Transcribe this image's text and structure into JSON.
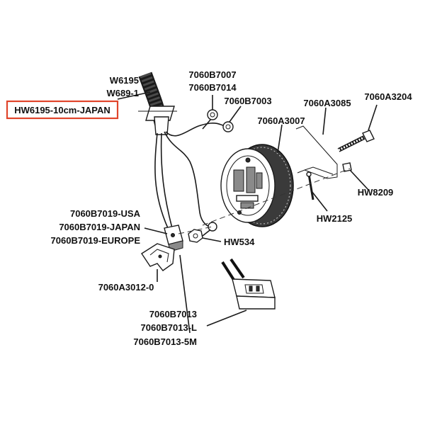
{
  "labels": {
    "w6195": "W6195",
    "w689": "W689-1",
    "hw6195_japan": "HW6195-10cm-JAPAN",
    "p7060b7007": "7060B7007",
    "p7060b7014": "7060B7014",
    "p7060b7003": "7060B7003",
    "p7060a3085": "7060A3085",
    "p7060a3204": "7060A3204",
    "p7060a3007": "7060A3007",
    "hw8209": "HW8209",
    "hw2125": "HW2125",
    "p7060b7019_usa": "7060B7019-USA",
    "p7060b7019_japan": "7060B7019-JAPAN",
    "p7060b7019_europe": "7060B7019-EUROPE",
    "hw534": "HW534",
    "p7060a3012": "7060A3012-0",
    "p7060b7013": "7060B7013",
    "p7060b7013_l": "7060B7013-L",
    "p7060b7013_5m": "7060B7013-5M"
  },
  "colors": {
    "highlight_box": "#e0452b",
    "ink": "#111111"
  }
}
